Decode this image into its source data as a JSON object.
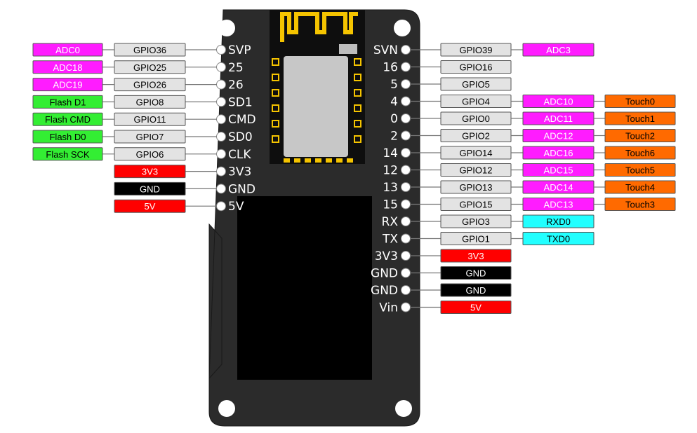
{
  "colors": {
    "board": "#2b2b2b",
    "adc": "#ff1cff",
    "gpio": "#e3e3e3",
    "flash": "#33ee33",
    "power_red": "#ff0000",
    "ground_black": "#000000",
    "touch": "#ff6a00",
    "uart": "#22ffff",
    "antenna": "#f5c400"
  },
  "board": {
    "icons": [
      "mounting-hole-icon",
      "antenna-icon",
      "esp32-chip-icon",
      "sd-card-slot-icon"
    ]
  },
  "left_pins": [
    {
      "pin": "SVP",
      "gpio": "GPIO36",
      "tags": [
        {
          "text": "ADC0",
          "kind": "adc"
        }
      ]
    },
    {
      "pin": "25",
      "gpio": "GPIO25",
      "tags": [
        {
          "text": "ADC18",
          "kind": "adc"
        }
      ]
    },
    {
      "pin": "26",
      "gpio": "GPIO26",
      "tags": [
        {
          "text": "ADC19",
          "kind": "adc"
        }
      ]
    },
    {
      "pin": "SD1",
      "gpio": "GPIO8",
      "tags": [
        {
          "text": "Flash D1",
          "kind": "flash"
        }
      ]
    },
    {
      "pin": "CMD",
      "gpio": "GPIO11",
      "tags": [
        {
          "text": "Flash CMD",
          "kind": "flash"
        }
      ]
    },
    {
      "pin": "SD0",
      "gpio": "GPIO7",
      "tags": [
        {
          "text": "Flash D0",
          "kind": "flash"
        }
      ]
    },
    {
      "pin": "CLK",
      "gpio": "GPIO6",
      "tags": [
        {
          "text": "Flash SCK",
          "kind": "flash"
        }
      ]
    },
    {
      "pin": "3V3",
      "power": {
        "text": "3V3",
        "kind": "power_red"
      }
    },
    {
      "pin": "GND",
      "power": {
        "text": "GND",
        "kind": "ground_black"
      }
    },
    {
      "pin": "5V",
      "power": {
        "text": "5V",
        "kind": "power_red"
      }
    }
  ],
  "right_pins": [
    {
      "pin": "SVN",
      "gpio": "GPIO39",
      "tags": [
        {
          "text": "ADC3",
          "kind": "adc"
        }
      ]
    },
    {
      "pin": "16",
      "gpio": "GPIO16",
      "tags": []
    },
    {
      "pin": "5",
      "gpio": "GPIO5",
      "tags": []
    },
    {
      "pin": "4",
      "gpio": "GPIO4",
      "tags": [
        {
          "text": "ADC10",
          "kind": "adc"
        },
        {
          "text": "Touch0",
          "kind": "touch"
        }
      ]
    },
    {
      "pin": "0",
      "gpio": "GPIO0",
      "tags": [
        {
          "text": "ADC11",
          "kind": "adc"
        },
        {
          "text": "Touch1",
          "kind": "touch"
        }
      ]
    },
    {
      "pin": "2",
      "gpio": "GPIO2",
      "tags": [
        {
          "text": "ADC12",
          "kind": "adc"
        },
        {
          "text": "Touch2",
          "kind": "touch"
        }
      ]
    },
    {
      "pin": "14",
      "gpio": "GPIO14",
      "tags": [
        {
          "text": "ADC16",
          "kind": "adc"
        },
        {
          "text": "Touch6",
          "kind": "touch"
        }
      ]
    },
    {
      "pin": "12",
      "gpio": "GPIO12",
      "tags": [
        {
          "text": "ADC15",
          "kind": "adc"
        },
        {
          "text": "Touch5",
          "kind": "touch"
        }
      ]
    },
    {
      "pin": "13",
      "gpio": "GPIO13",
      "tags": [
        {
          "text": "ADC14",
          "kind": "adc"
        },
        {
          "text": "Touch4",
          "kind": "touch"
        }
      ]
    },
    {
      "pin": "15",
      "gpio": "GPIO15",
      "tags": [
        {
          "text": "ADC13",
          "kind": "adc"
        },
        {
          "text": "Touch3",
          "kind": "touch"
        }
      ]
    },
    {
      "pin": "RX",
      "gpio": "GPIO3",
      "tags": [
        {
          "text": "RXD0",
          "kind": "uart"
        }
      ]
    },
    {
      "pin": "TX",
      "gpio": "GPIO1",
      "tags": [
        {
          "text": "TXD0",
          "kind": "uart"
        }
      ]
    },
    {
      "pin": "3V3",
      "power": {
        "text": "3V3",
        "kind": "power_red"
      }
    },
    {
      "pin": "GND",
      "power": {
        "text": "GND",
        "kind": "ground_black"
      }
    },
    {
      "pin": "GND",
      "power": {
        "text": "GND",
        "kind": "ground_black"
      }
    },
    {
      "pin": "Vin",
      "power": {
        "text": "5V",
        "kind": "power_red"
      }
    }
  ]
}
